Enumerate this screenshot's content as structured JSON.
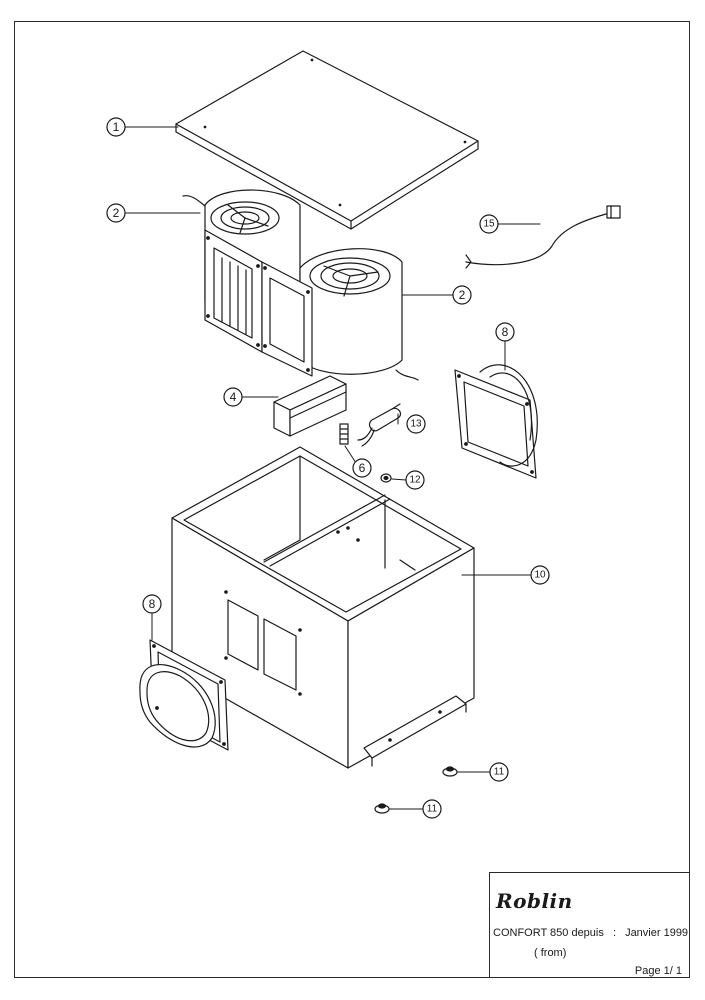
{
  "callouts": {
    "c1": "1",
    "c2a": "2",
    "c2b": "2",
    "c4": "4",
    "c6": "6",
    "c8a": "8",
    "c8b": "8",
    "c10": "10",
    "c11a": "11",
    "c11b": "11",
    "c12": "12",
    "c13": "13",
    "c15": "15"
  },
  "title_block": {
    "brand": "Roblin",
    "model_text": "CONFORT 850 depuis",
    "separator": ":",
    "date": "Janvier 1999",
    "from_text": "( from)",
    "page": "Page 1/ 1"
  }
}
